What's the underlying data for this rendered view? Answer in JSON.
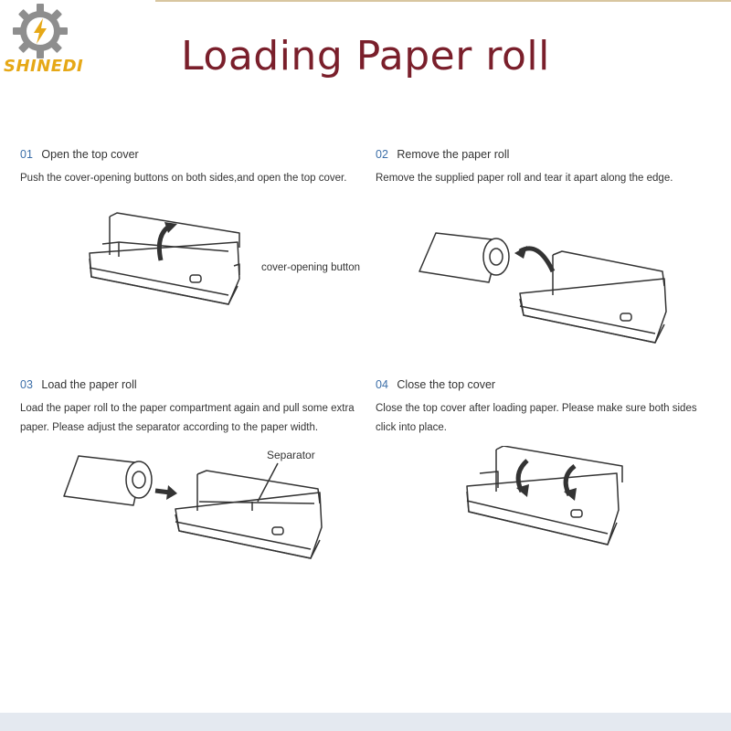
{
  "brand": {
    "name": "SHINEDI",
    "icon": "gear-lightning-icon",
    "color": "#e6a817"
  },
  "title": "Loading Paper roll",
  "steps": [
    {
      "num": "01",
      "title": "Open the top cover",
      "desc": "Push the cover-opening buttons on both sides,and open the top cover.",
      "callout": "cover-opening button"
    },
    {
      "num": "02",
      "title": "Remove the paper roll",
      "desc": "Remove the supplied paper roll and tear it apart along the edge."
    },
    {
      "num": "03",
      "title": "Load the paper roll",
      "desc": "Load the paper roll to the paper compartment again and pull some extra paper. Please adjust the separator according to the paper width.",
      "callout": "Separator"
    },
    {
      "num": "04",
      "title": "Close the top cover",
      "desc": "Close the top cover after loading paper. Please make sure both sides click into place."
    }
  ],
  "colors": {
    "title": "#7a1f2b",
    "step_number": "#3b6ea8",
    "line_art": "#333333"
  }
}
